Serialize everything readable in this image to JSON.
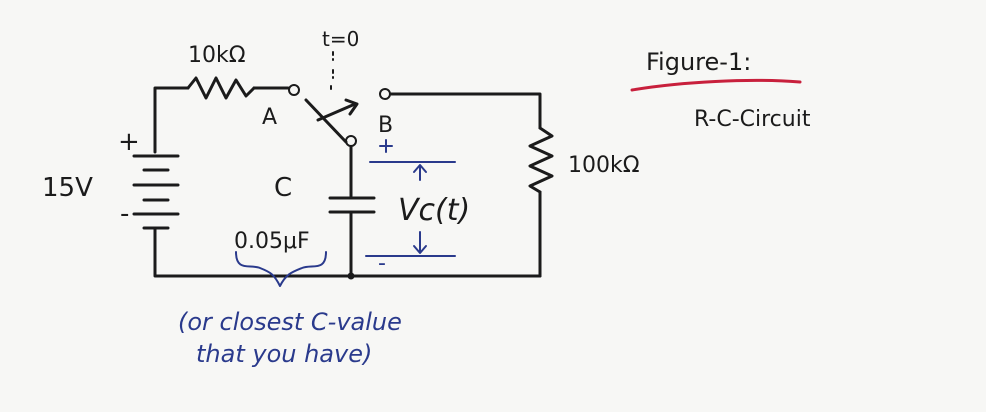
{
  "figure": {
    "title": "Figure-1:",
    "subtitle": "R-C-Circuit"
  },
  "labels": {
    "switch_time": "t=0",
    "r1": "10kΩ",
    "r2": "100kΩ",
    "source": "15V",
    "source_plus": "+",
    "source_minus": "-",
    "terminal_a": "A",
    "terminal_b": "B",
    "cap_letter": "C",
    "cap_value": "0.05μF",
    "vc": "Vc(t)",
    "vc_plus": "+",
    "vc_minus": "-",
    "note_line1": "(or closest C-value",
    "note_line2": "that you have)"
  },
  "colors": {
    "ink": "#1b1b1b",
    "blue_ink": "#2a3a8c",
    "red_underline": "#c8203c"
  }
}
